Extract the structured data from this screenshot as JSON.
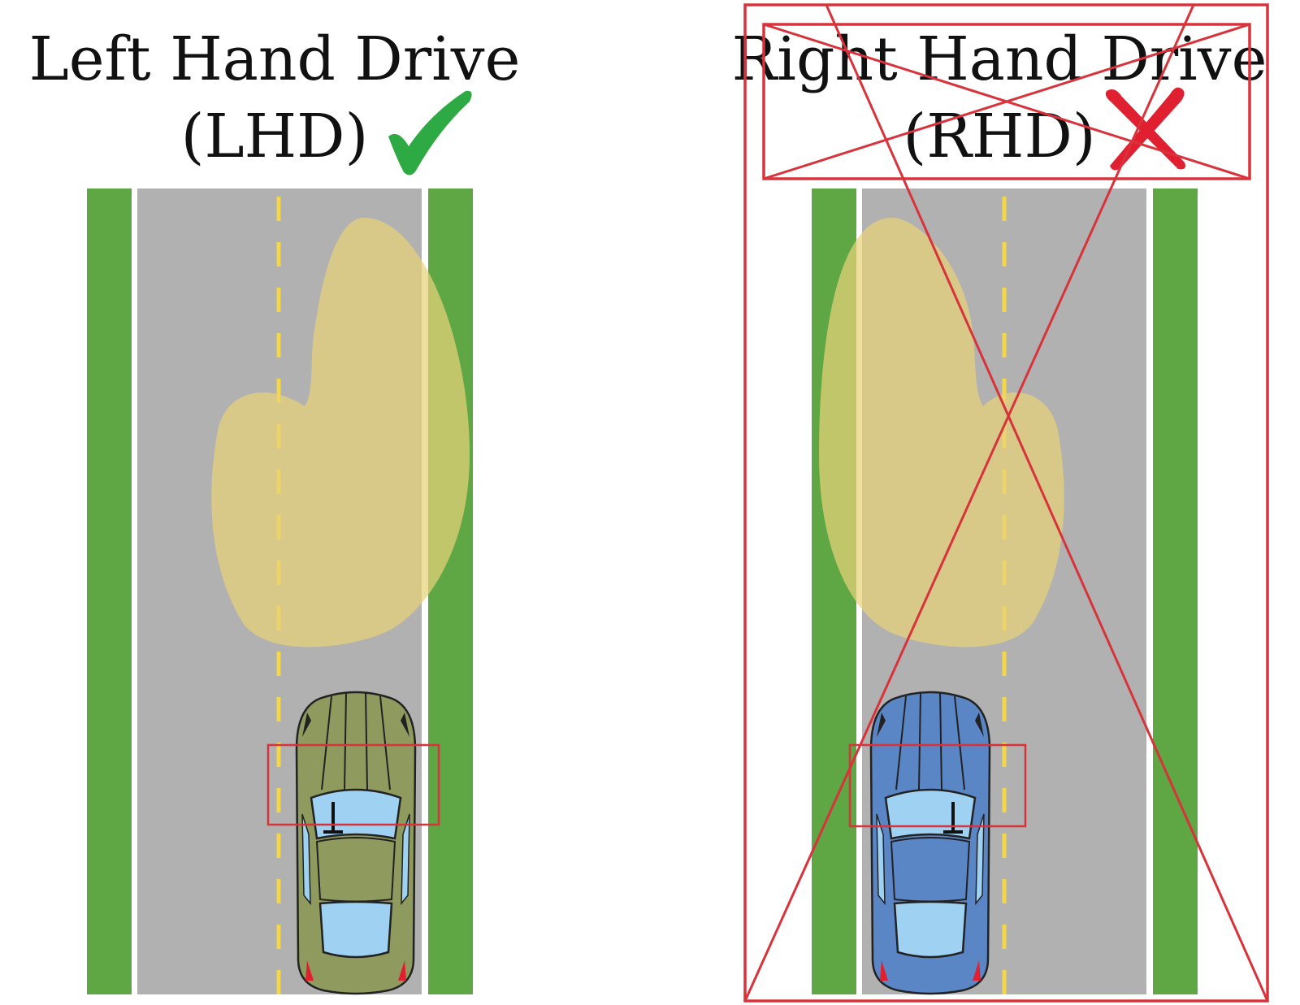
{
  "panels": [
    {
      "title_line1": "Left Hand Drive",
      "title_line2": "(LHD)",
      "status": "correct",
      "status_icon": "check-mark-icon",
      "car_color": "#8f9a5e"
    },
    {
      "title_line1": "Right Hand Drive",
      "title_line2": "(RHD)",
      "status": "incorrect",
      "status_icon": "x-mark-icon",
      "car_color": "#5b86c5"
    }
  ],
  "colors": {
    "grass": "#5fa644",
    "road": "#b1b1b1",
    "edge_line": "#ffffff",
    "center_dash": "#f4d646",
    "visibility_zone": "#e9d27a",
    "highlight_box": "#d8333b",
    "check": "#2eaa44",
    "cross": "#e02030",
    "window": "#9fd2f2"
  }
}
